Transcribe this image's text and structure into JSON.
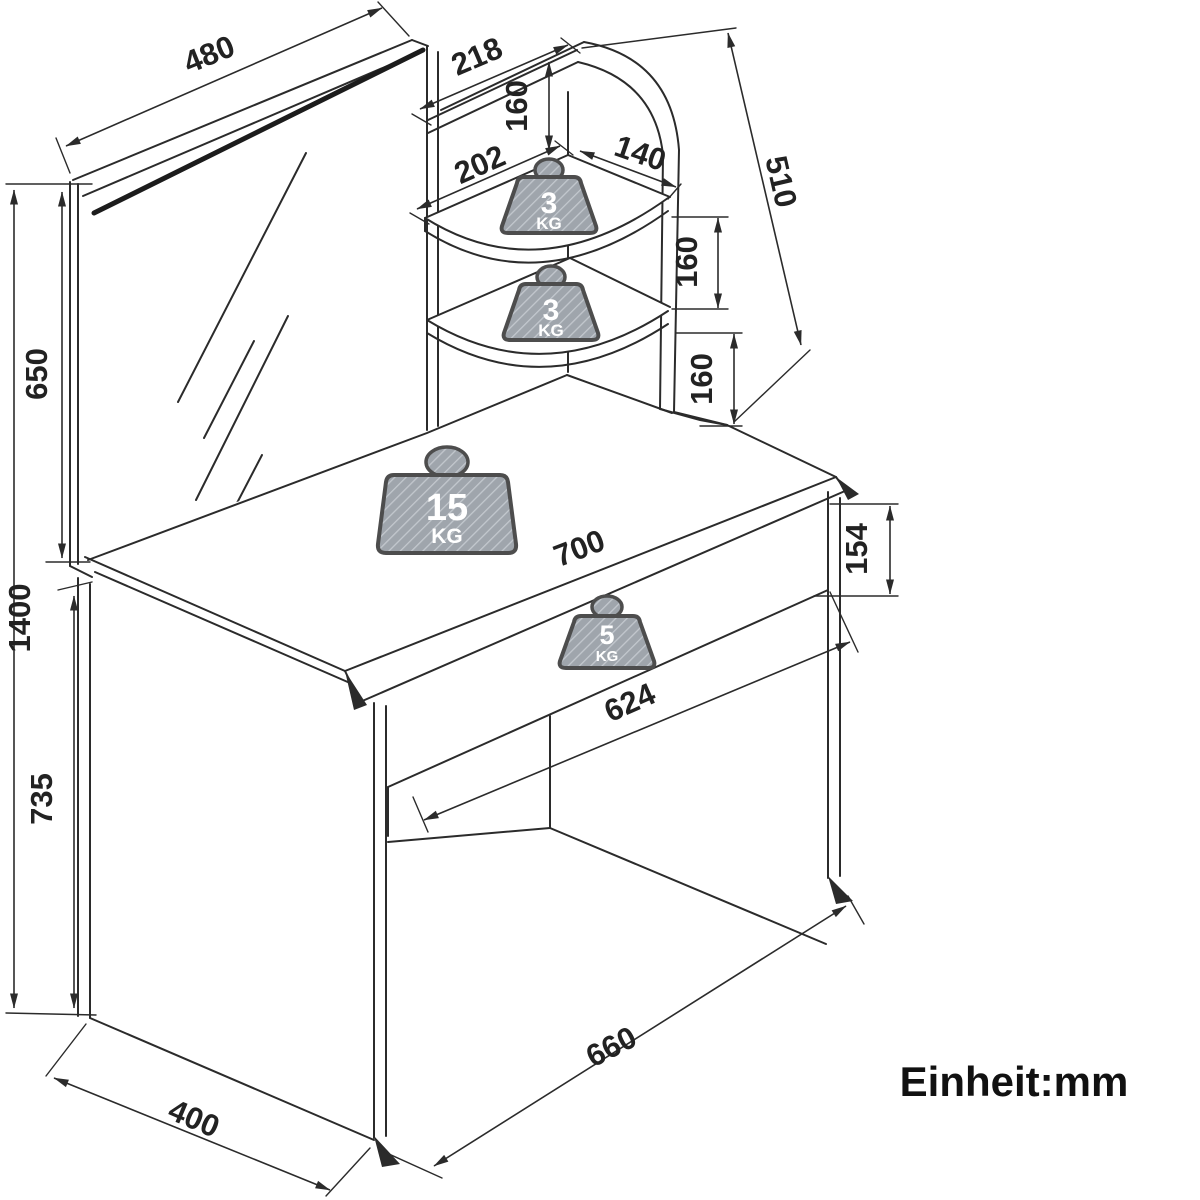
{
  "footer": {
    "unit_label": "Einheit:mm"
  },
  "dims": {
    "d480": "480",
    "d650": "650",
    "d1400": "1400",
    "d218": "218",
    "d160_top": "160",
    "d202": "202",
    "d140": "140",
    "d510": "510",
    "d160_mid": "160",
    "d160_low": "160",
    "d700": "700",
    "d154": "154",
    "d624": "624",
    "d735": "735",
    "d400": "400",
    "d660": "660"
  },
  "loads": {
    "shelf_top": {
      "value": "3",
      "unit": "KG"
    },
    "shelf_bottom": {
      "value": "3",
      "unit": "KG"
    },
    "desktop": {
      "value": "15",
      "unit": "KG"
    },
    "drawer": {
      "value": "5",
      "unit": "KG"
    }
  },
  "colors": {
    "line": "#2b2b2b",
    "badge_fill": "#9fa5ac",
    "badge_stripe": "#c3c8ce",
    "badge_text": "#ffffff",
    "background": "#ffffff"
  }
}
